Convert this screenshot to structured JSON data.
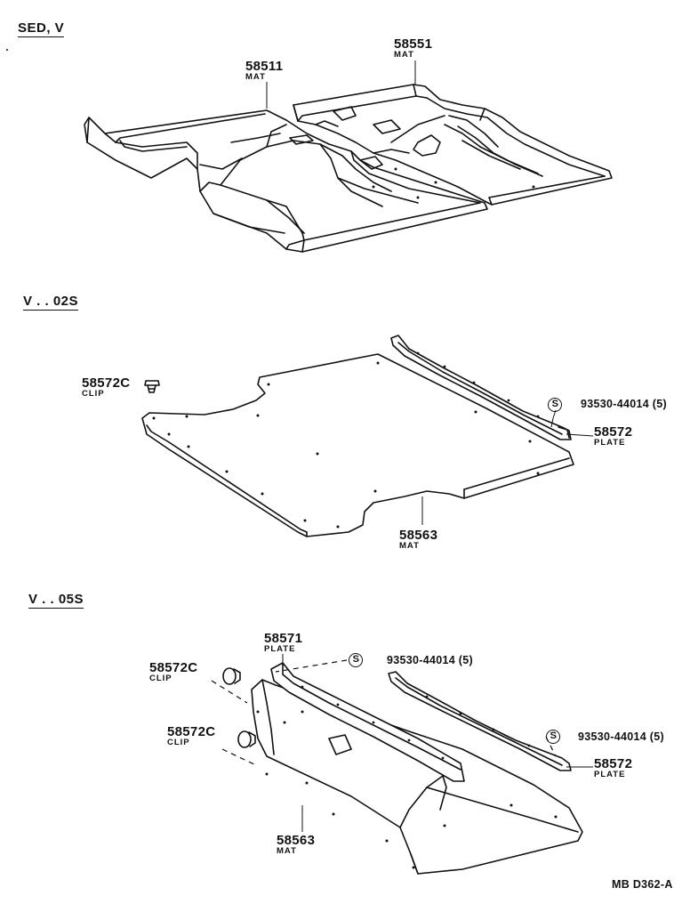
{
  "sections": {
    "sed_v": "SED, V",
    "v_02s": "V . . 02S",
    "v_05s": "V . . 05S"
  },
  "parts": {
    "p58511": {
      "number": "58511",
      "name": "MAT"
    },
    "p58551": {
      "number": "58551",
      "name": "MAT"
    },
    "p58572c_a": {
      "number": "58572C",
      "name": "CLIP"
    },
    "p93530_a": {
      "symbol": "S",
      "number": "93530-44014 (5)"
    },
    "p58572_a": {
      "number": "58572",
      "name": "PLATE"
    },
    "p58563_a": {
      "number": "58563",
      "name": "MAT"
    },
    "p58571": {
      "number": "58571",
      "name": "PLATE"
    },
    "p93530_b": {
      "symbol": "S",
      "number": "93530-44014 (5)"
    },
    "p58572c_b": {
      "number": "58572C",
      "name": "CLIP"
    },
    "p58572c_c": {
      "number": "58572C",
      "name": "CLIP"
    },
    "p93530_c": {
      "symbol": "S",
      "number": "93530-44014 (5)"
    },
    "p58572_b": {
      "number": "58572",
      "name": "PLATE"
    },
    "p58563_b": {
      "number": "58563",
      "name": "MAT"
    }
  },
  "drawing_code": "MB D362-A"
}
